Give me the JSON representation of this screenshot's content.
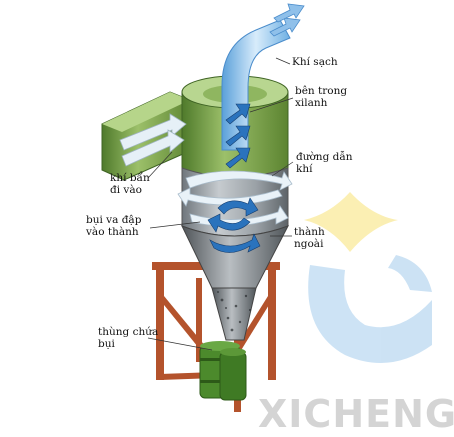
{
  "labels": {
    "clean_air": "Khí sạch",
    "inside_cylinder": "bên trong\nxilanh",
    "air_guide": "đường dẫn\nkhí",
    "dirty_air_in": "khí bẩn\nđi vào",
    "dust_hits_wall": "bụi va đập\nvào thành",
    "outer_wall": "thành\nngoài",
    "dust_bin": "thùng chứa\nbụi"
  },
  "watermark": {
    "text": "XICHENG"
  },
  "colors": {
    "arrow_blue": "#7fb3e0",
    "arrow_dark": "#1f4f95",
    "green_body": "#7da04a",
    "steel_frame": "#b4532c",
    "cyclone_gray": "#8d9398",
    "logo_blue": "#9cc5ea",
    "logo_yellow": "#f7e27a"
  }
}
